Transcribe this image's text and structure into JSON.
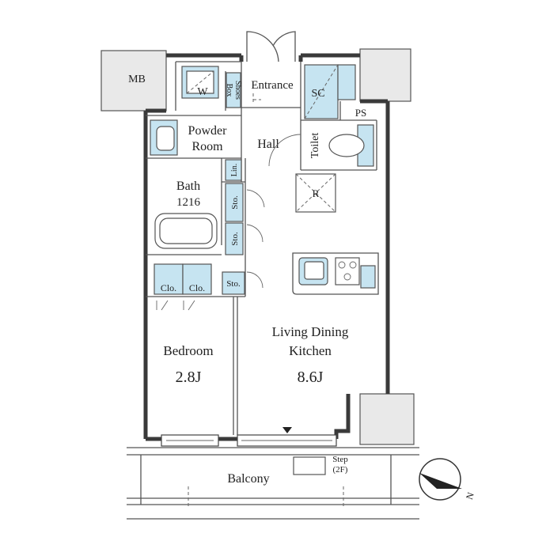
{
  "rooms": {
    "mb": "MB",
    "w": "W",
    "shoes_box_line1": "Shoes",
    "shoes_box_line2": "Box",
    "entrance": "Entrance",
    "sc": "SC",
    "ps": "PS",
    "powder_room_line1": "Powder",
    "powder_room_line2": "Room",
    "hall": "Hall",
    "toilet": "Toilet",
    "lin": "Lin.",
    "bath_line1": "Bath",
    "bath_line2": "1216",
    "sto_1": "Sto.",
    "sto_2": "Sto.",
    "sto_3": "Sto.",
    "r": "R",
    "clo_1": "Clo.",
    "clo_2": "Clo.",
    "ldk_line1": "Living Dining",
    "ldk_line2": "Kitchen",
    "ldk_size": "8.6J",
    "bedroom": "Bedroom",
    "bedroom_size": "2.8J",
    "balcony": "Balcony",
    "step_line1": "Step",
    "step_line2": "(2F)"
  },
  "compass": {
    "label": "N"
  },
  "colors": {
    "wall": "#3a3a3a",
    "fixture_blue": "#c6e4f1",
    "pillar_gray": "#e9e9e9"
  }
}
